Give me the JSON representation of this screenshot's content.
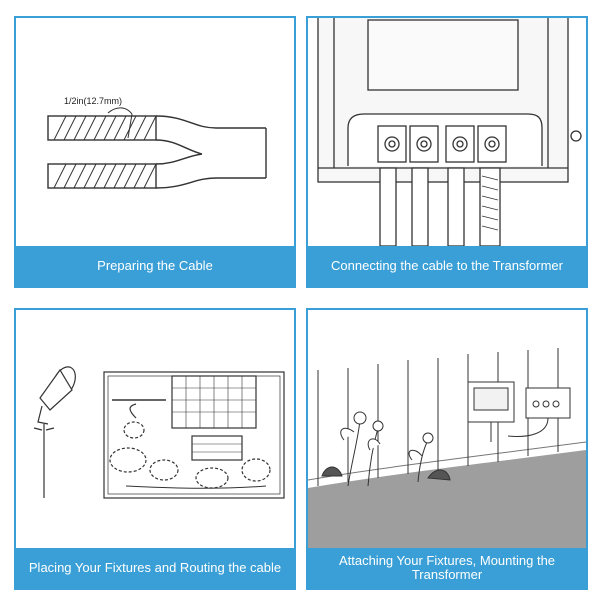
{
  "panels": [
    {
      "caption": "Preparing the Cable",
      "dimension_label": "1/2in(12.7mm)"
    },
    {
      "caption": "Connecting the cable to the Transformer"
    },
    {
      "caption": "Placing Your Fixtures and Routing the cable"
    },
    {
      "caption": "Attaching Your Fixtures, Mounting the Transformer"
    }
  ],
  "colors": {
    "accent": "#3a9fd6",
    "line": "#333333",
    "ground": "#9e9e9e"
  }
}
